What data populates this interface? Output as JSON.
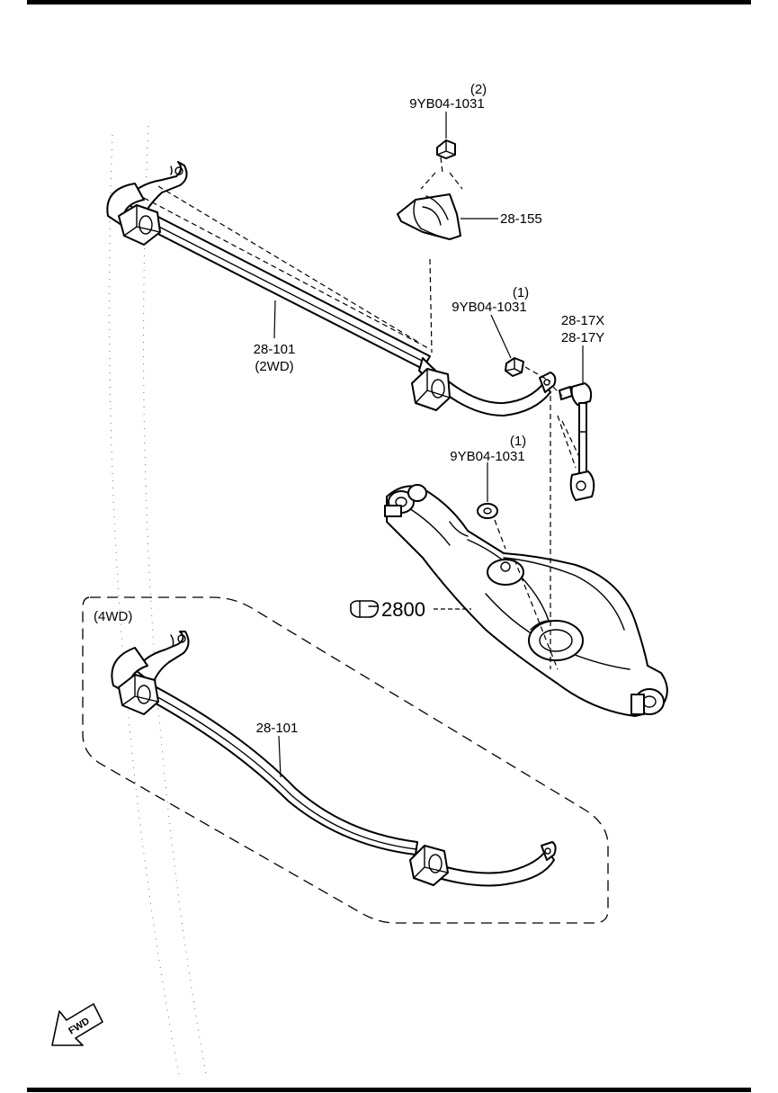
{
  "callouts": {
    "nut_top_qty": "(2)",
    "nut_top_part": "9YB04-1031",
    "bushing_bracket": "28-155",
    "nut_mid_qty": "(1)",
    "nut_mid_part": "9YB04-1031",
    "link_x": "28-17X",
    "link_y": "28-17Y",
    "bar_2wd_part": "28-101",
    "bar_2wd_variant": "(2WD)",
    "nut_low_qty": "(1)",
    "nut_low_part": "9YB04-1031",
    "arm_ref": "2800",
    "group_4wd_label": "(4WD)",
    "bar_4wd_part": "28-101",
    "fwd": "FWD"
  },
  "icons": [
    "reference-hand-icon",
    "fwd-arrow-icon"
  ]
}
